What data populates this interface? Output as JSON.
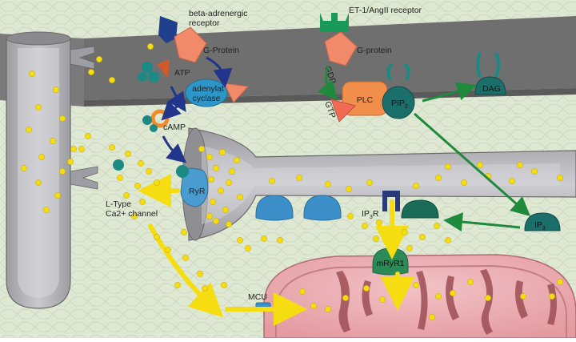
{
  "labels": {
    "beta_receptor_line1": "beta-adrenergic",
    "beta_receptor_line2": "receptor",
    "g_protein_left": "G-Protein",
    "atp": "ATP",
    "adenylat_cyclase_line1": "adenylat",
    "adenylat_cyclase_line2": "cyclase",
    "camp": "cAMP",
    "ryr": "RyR",
    "ltype_line1": "L-Type",
    "ltype_line2": "Ca2+ channel",
    "et1_receptor": "ET-1/AngII receptor",
    "gdp": "GDP",
    "g_protein_right": "G-protein",
    "plc": "PLC",
    "gtp": "GTP",
    "pip2": "PIP",
    "pip2_sub": "2",
    "dag": "DAG",
    "ip3": "IP",
    "ip3_sub": "3",
    "ip3r": "IP",
    "ip3r_sub": "3",
    "ip3r_suffix": "R",
    "mryr1": "mRyR1",
    "mcu": "MCU"
  },
  "colors": {
    "background": "#dfe8d2",
    "membrane_top": "#6e6e6e",
    "tubule_gray": "#b9b9bd",
    "g_protein": "#f08a6a",
    "receptor_blue": "#1f3e8c",
    "receptor_green": "#1a9a58",
    "teal": "#1b8a85",
    "adenylate": "#2d96c8",
    "plc": "#f18e4b",
    "ryr_blue": "#4a9ccf",
    "mito_pink": "#e8a7ad",
    "mito_cristae": "#9c4f55",
    "calcium": "#f5dd12",
    "flow_yellow": "#f5dd12",
    "arrow_navy": "#22358c",
    "arrow_green": "#1f8a3c",
    "mryr1": "#2c8a57"
  }
}
